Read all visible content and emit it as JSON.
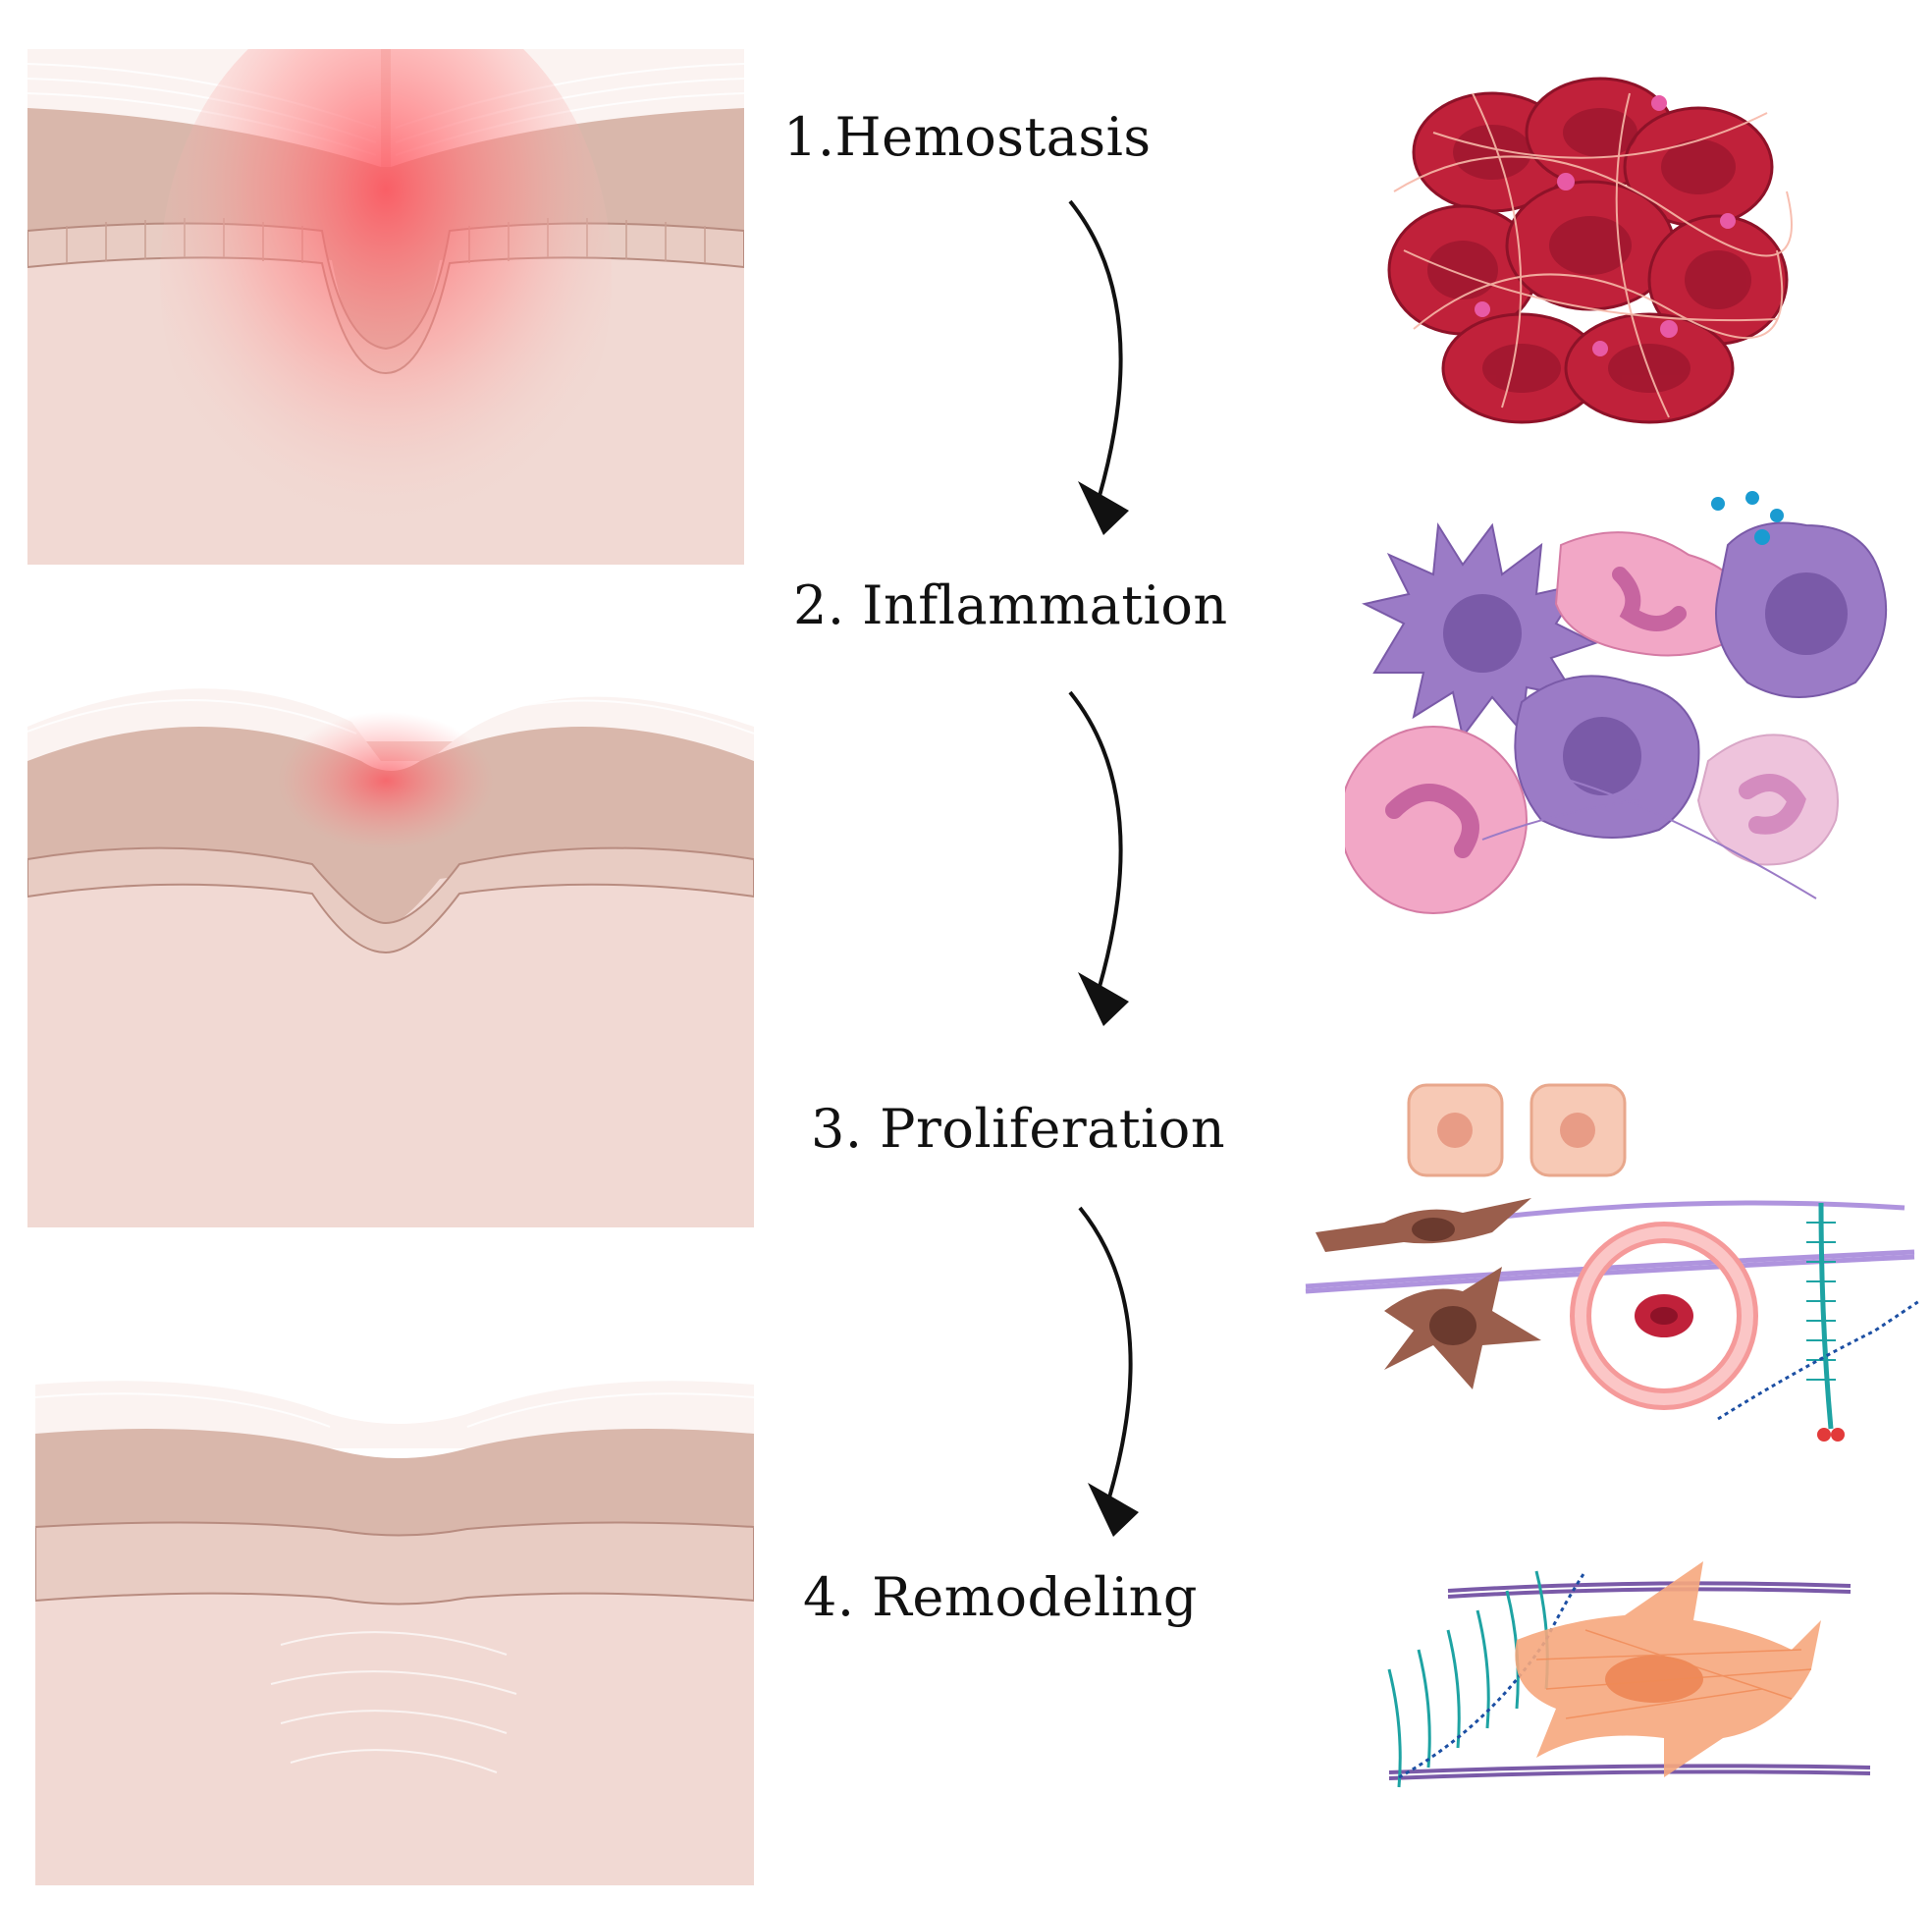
{
  "stages": [
    {
      "label": "1.Hemostasis"
    },
    {
      "label": "2. Inflammation"
    },
    {
      "label": "3. Proliferation"
    },
    {
      "label": "4. Remodeling"
    }
  ],
  "colors": {
    "dermis": "#f1d9d3",
    "epidermis": "#d9b7ab",
    "basal": "#e8ccc3",
    "wound_red": "#ff6b6b",
    "rbc": "#c0213a",
    "macrophage": "#9b7bc6",
    "neutrophil": "#f2a7c6",
    "fibroblast": "#9a5e4c",
    "keratinocyte": "#f7c9b5",
    "collagen": "#9c7ad6",
    "fiber": "#1ea3a3",
    "myofibroblast": "#f6a77d"
  },
  "icons": [
    "skin-wound-icon",
    "blood-clot-icon",
    "immune-cells-icon",
    "proliferation-cells-icon",
    "remodeling-myofibroblast-icon",
    "arrow-down-icon"
  ]
}
